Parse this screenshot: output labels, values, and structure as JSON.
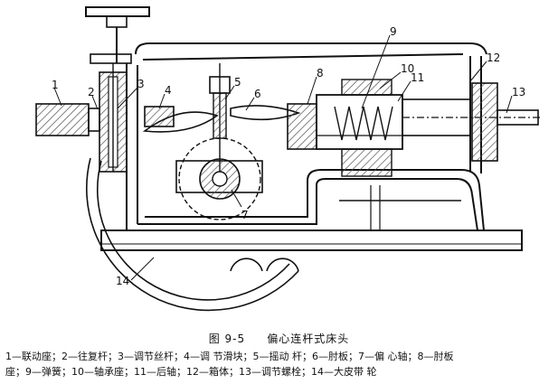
{
  "figure": {
    "number": "图 9-5",
    "title": "偏心连杆式床头"
  },
  "callouts": [
    "1",
    "2",
    "3",
    "4",
    "5",
    "6",
    "7",
    "8",
    "9",
    "10",
    "11",
    "12",
    "13",
    "14"
  ],
  "legend": {
    "line1": "1—联动座；2—往复杆；3—调节丝杆；4—调 节滑块；5—摇动 杆；6—肘板；7—偏 心轴；8—肘板",
    "line2": "座；9—弹簧；10—轴承座；11—后轴；12—箱体；13—调节螺栓；14—大皮带 轮"
  },
  "colors": {
    "ink": "#111111",
    "hatch": "#555555",
    "background": "#ffffff"
  }
}
